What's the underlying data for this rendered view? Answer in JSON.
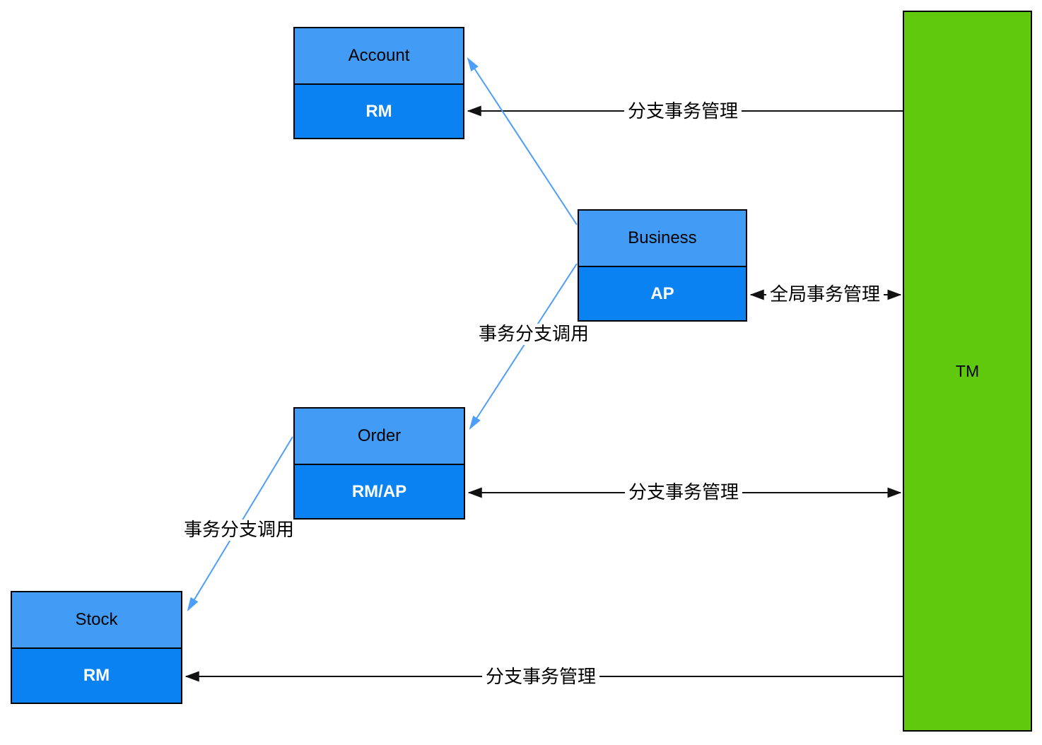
{
  "diagram": {
    "title": "distributed-transaction-topology",
    "nodes": [
      {
        "id": "account",
        "title": "Account",
        "role": "RM"
      },
      {
        "id": "business",
        "title": "Business",
        "role": "AP"
      },
      {
        "id": "order",
        "title": "Order",
        "role": "RM/AP"
      },
      {
        "id": "stock",
        "title": "Stock",
        "role": "RM"
      }
    ],
    "tm": {
      "label": "TM"
    },
    "edges": {
      "tm_to_account": {
        "label": "分支事务管理",
        "style": "black",
        "arrowheads": "end-at-account"
      },
      "business_tm": {
        "label": "全局事务管理",
        "style": "black",
        "arrowheads": "both"
      },
      "order_tm": {
        "label": "分支事务管理",
        "style": "black",
        "arrowheads": "both"
      },
      "tm_to_stock": {
        "label": "分支事务管理",
        "style": "black",
        "arrowheads": "end-at-stock"
      },
      "business_to_account": {
        "label": "",
        "style": "blue",
        "arrowheads": "end-at-account"
      },
      "business_to_order": {
        "label": "事务分支调用",
        "style": "blue",
        "arrowheads": "end-at-order"
      },
      "order_to_stock": {
        "label": "事务分支调用",
        "style": "blue",
        "arrowheads": "end-at-stock"
      }
    },
    "colors": {
      "node_header_fill": "#429BF5",
      "node_body_fill": "#0B82F2",
      "tm_fill": "#60C90D",
      "edge_black": "#111111",
      "edge_blue": "#4D9EF8",
      "border": "#000000"
    }
  }
}
